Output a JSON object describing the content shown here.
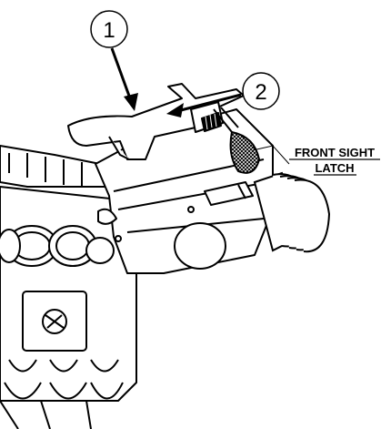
{
  "callouts": {
    "one": "1",
    "two": "2"
  },
  "label": {
    "line1": "FRONT SIGHT",
    "line2": "LATCH"
  }
}
